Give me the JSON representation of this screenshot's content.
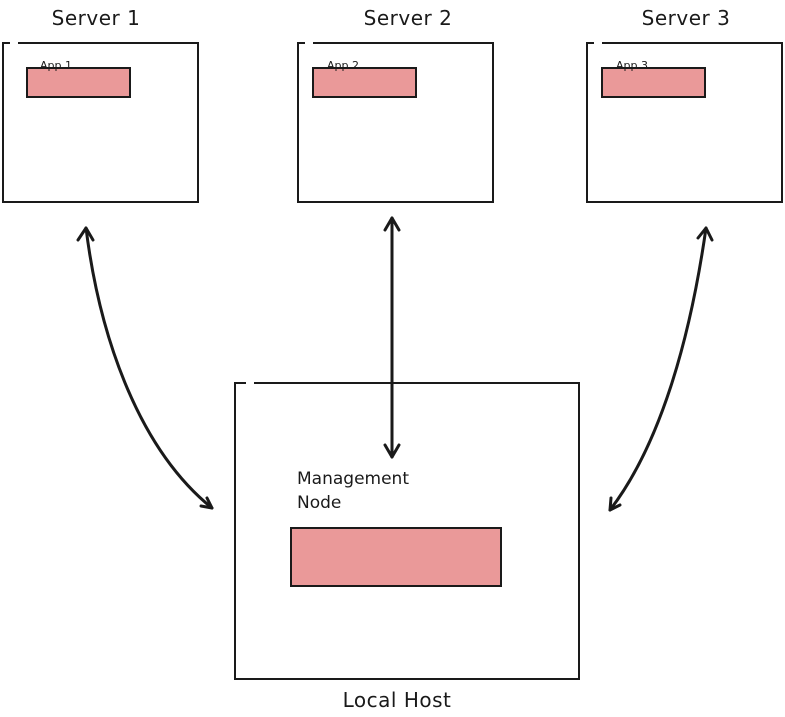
{
  "servers": [
    {
      "title": "Server 1",
      "app": "App 1"
    },
    {
      "title": "Server 2",
      "app": "App 2"
    },
    {
      "title": "Server 3",
      "app": "App 3"
    }
  ],
  "local_host": {
    "title": "Local Host",
    "node_label": "Management Node"
  },
  "colors": {
    "app_fill": "#ea9999",
    "stroke": "#1a1a1a"
  }
}
